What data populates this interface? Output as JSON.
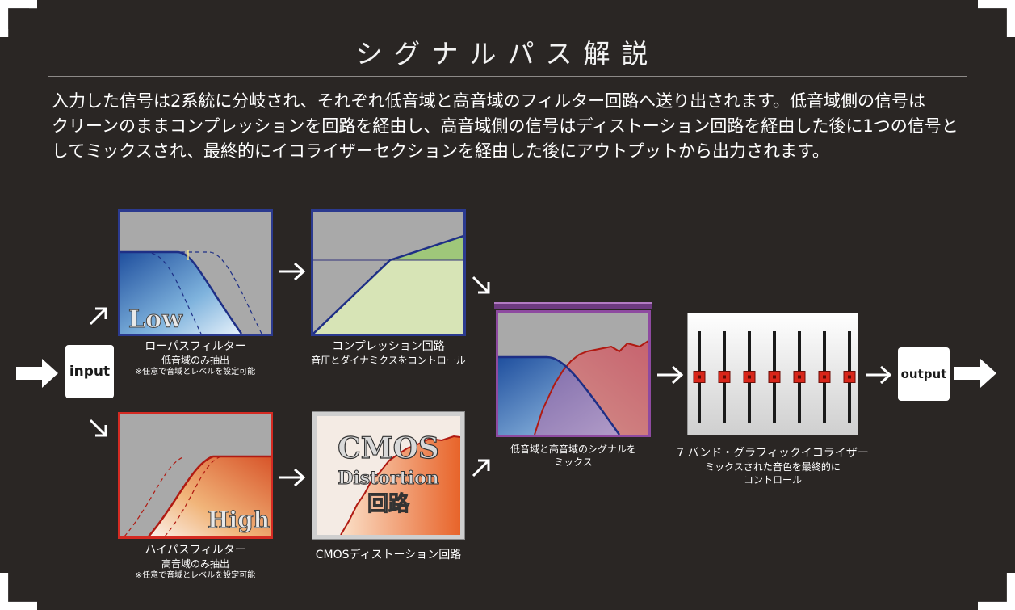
{
  "title": "シグナルパス解説",
  "description": [
    "入力した信号は2系統に分岐され、それぞれ低音域と高音域のフィルター回路へ送り出されます。低音域側の信号は",
    "クリーンのままコンプレッションを回路を経由し、高音域側の信号はディストーション回路を経由した後に1つの信号と",
    "してミックスされ、最終的にイコライザーセクションを経由した後にアウトプットから出力されます。"
  ],
  "input_label": "input",
  "output_label": "output",
  "low_filter": {
    "badge": "Low",
    "caption1": "ローパスフィルター",
    "caption2": "低音域のみ抽出",
    "caption3": "※任意で音域とレベルを設定可能"
  },
  "high_filter": {
    "badge": "High",
    "caption1": "ハイパスフィルター",
    "caption2": "高音域のみ抽出",
    "caption3": "※任意で音域とレベルを設定可能"
  },
  "compression": {
    "caption1": "コンプレッション回路",
    "caption2": "音圧とダイナミクスをコントロール"
  },
  "distortion": {
    "badge_line1": "CMOS",
    "badge_line2": "Distortion",
    "badge_line3": "回路",
    "caption1": "CMOSディストーション回路"
  },
  "mix": {
    "caption1": "低音域と高音域のシグナルを",
    "caption2": "ミックス"
  },
  "eq": {
    "caption1": "7 バンド・グラフィックイコライザー",
    "caption2": "ミックスされた音色を最終的に",
    "caption3": "コントロール",
    "band_count": 7,
    "slider_levels": [
      0.5,
      0.5,
      0.5,
      0.5,
      0.5,
      0.5,
      0.5
    ]
  },
  "colors": {
    "background": "#2a2624",
    "low_border": "#2b3a8f",
    "high_border": "#d42a22",
    "mix_border": "#8e4aa0",
    "eq_knob": "#d8261a"
  }
}
